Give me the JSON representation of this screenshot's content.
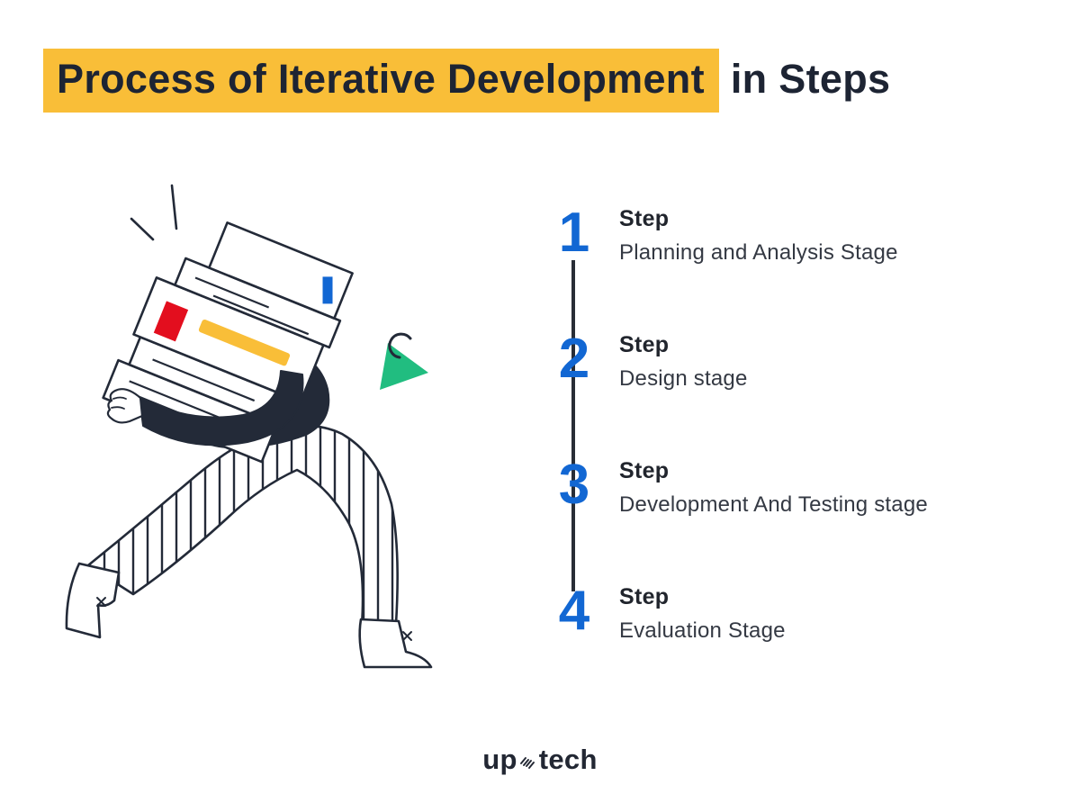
{
  "title": {
    "highlighted_text": "Process of Iterative Development",
    "plain_text": "in Steps"
  },
  "steps": [
    {
      "number": "1",
      "label": "Step",
      "description": "Planning and Analysis Stage"
    },
    {
      "number": "2",
      "label": "Step",
      "description": "Design stage"
    },
    {
      "number": "3",
      "label": "Step",
      "description": "Development And Testing stage"
    },
    {
      "number": "4",
      "label": "Step",
      "description": "Evaluation Stage"
    }
  ],
  "logo": {
    "prefix": "up",
    "suffix": "tech",
    "icon": "spring-icon"
  },
  "illustration": {
    "name": "person-carrying-stack-of-boxes",
    "elements": [
      "motion-lines",
      "stack-of-boxes",
      "person",
      "green-cursor-triangle",
      "hook-line"
    ]
  },
  "colors": {
    "background": "#FFFFFF",
    "title_text": "#1D2433",
    "highlight_yellow": "#F9BE38",
    "step_number_blue": "#1267D3",
    "timeline_line": "#282D36",
    "ink_outline": "#232A38",
    "box_accent_red": "#E30E1E",
    "box_accent_yellow": "#F9BE38",
    "box_accent_blue": "#1267D3",
    "cursor_green": "#21BD80"
  }
}
